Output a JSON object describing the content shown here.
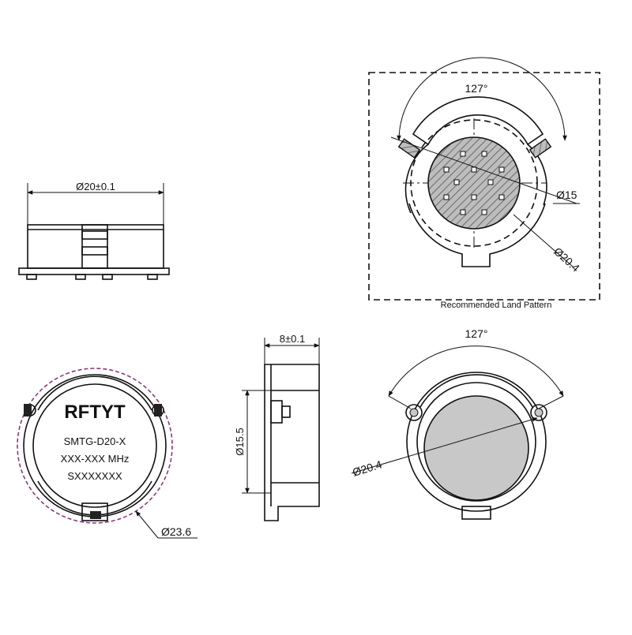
{
  "side_view": {
    "dim_width": "Ø20±0.1"
  },
  "land_pattern": {
    "angle": "127°",
    "dim_inner": "Ø15",
    "dim_outer": "Ø20.4",
    "caption": "Recommended Land Pattern"
  },
  "top_view": {
    "brand": "RFTYT",
    "model": "SMTG-D20-X",
    "freq": "XXX-XXX MHz",
    "serial": "SXXXXXXX",
    "dim_outer": "Ø23.6"
  },
  "profile_view": {
    "dim_thickness": "8±0.1",
    "dim_height": "Ø15.5"
  },
  "bottom_view": {
    "angle": "127°",
    "dim_outer": "Ø20.4"
  },
  "colors": {
    "line": "#111111",
    "pad": "#c8c8c8",
    "outline": "#8a3a7a"
  }
}
